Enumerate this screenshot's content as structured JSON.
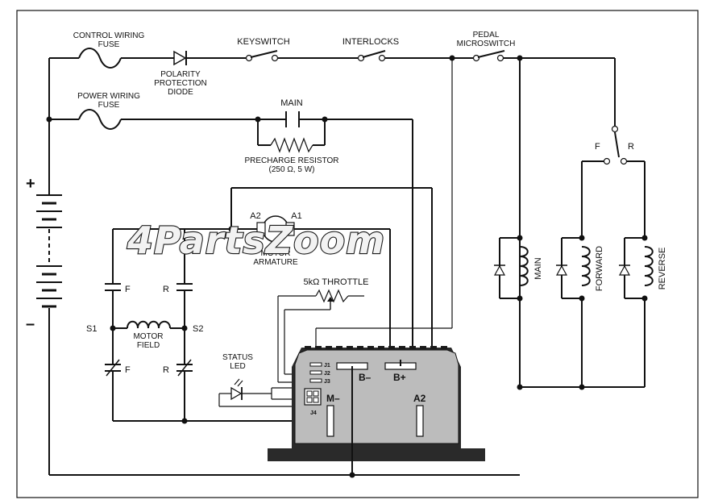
{
  "labels": {
    "control_fuse": [
      "CONTROL WIRING",
      "FUSE"
    ],
    "diode": [
      "POLARITY",
      "PROTECTION",
      "DIODE"
    ],
    "keyswitch": "KEYSWITCH",
    "interlocks": "INTERLOCKS",
    "pedal": [
      "PEDAL",
      "MICROSWITCH"
    ],
    "power_fuse": [
      "POWER WIRING",
      "FUSE"
    ],
    "main_contactor": "MAIN",
    "precharge": [
      "PRECHARGE RESISTOR",
      "(250 Ω, 5 W)"
    ],
    "plus": "+",
    "minus": "–",
    "a2": "A2",
    "a1": "A1",
    "armature": [
      "MOTOR",
      "ARMATURE"
    ],
    "throttle": "5kΩ THROTTLE",
    "f_top": "F",
    "r_top": "R",
    "s1": "S1",
    "s2": "S2",
    "field": [
      "MOTOR",
      "FIELD"
    ],
    "f_bottom": "F",
    "r_bottom": "R",
    "status_led": [
      "STATUS",
      "LED"
    ],
    "fr_f": "F",
    "fr_r": "R",
    "coil_main": "MAIN",
    "coil_forward": "FORWARD",
    "coil_reverse": "REVERSE"
  },
  "controller": {
    "j1": "J1",
    "j2": "J2",
    "j3": "J3",
    "j4": "J4",
    "b_minus": "B–",
    "b_plus": "B+",
    "m_minus": "M–",
    "a2": "A2"
  },
  "watermark": "4PartsZoom"
}
